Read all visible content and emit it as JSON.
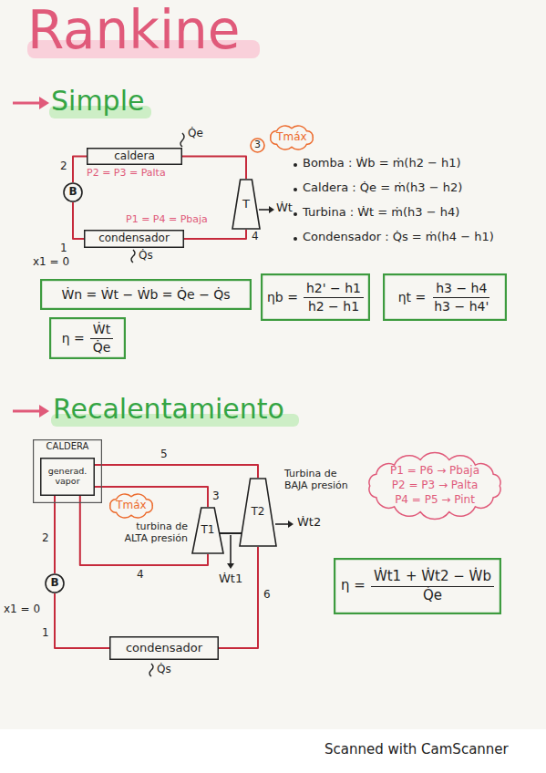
{
  "diagram": {
    "title": "Rankine",
    "nodes": [
      {
        "text": [
          "caldera"
        ]
      },
      {
        "text": [
          "3"
        ]
      },
      {
        "text": [
          "Tmáx"
        ]
      },
      {
        "text": [
          "T"
        ]
      },
      {
        "text": [
          "B"
        ]
      },
      {
        "text": [
          "condensador"
        ]
      },
      {
        "text": [
          "Ẇn = Ẇt − Ẇb = Q̇e − Q̇s"
        ]
      },
      {
        "text": [
          "η =",
          "Ẇt",
          "Q̇e"
        ]
      },
      {
        "text": [
          "ηb =",
          "h2' − h1",
          "h2 − h1"
        ]
      },
      {
        "text": [
          "ηt =",
          "h3 − h4",
          "h3 − h4'"
        ]
      },
      {
        "text": [
          "CALDERA"
        ]
      },
      {
        "text": [
          "generad. vapor"
        ],
        "in": 10
      },
      {
        "text": [
          "Tmáx"
        ]
      },
      {
        "text": [
          "T1"
        ]
      },
      {
        "text": [
          "T2"
        ]
      },
      {
        "text": [
          "B"
        ]
      },
      {
        "text": [
          "condensador"
        ]
      },
      {
        "text": [
          "P1 = P6 → Pbaja",
          "P2 = P3 → Palta",
          "P4 = P5 → Pint"
        ]
      },
      {
        "text": [
          "η =",
          "Ẇt1 + Ẇt2 − Ẇb",
          "Q̇e"
        ]
      }
    ],
    "edges": [
      {
        "from": 4,
        "to": 0,
        "arrow": "none"
      },
      {
        "from": 0,
        "to": 3,
        "arrow": "none"
      },
      {
        "from": 3,
        "to": 5,
        "arrow": "none"
      },
      {
        "from": 5,
        "to": 4,
        "arrow": "none"
      },
      {
        "from": 15,
        "to": 11,
        "arrow": "none"
      },
      {
        "from": 11,
        "to": 13,
        "arrow": "none"
      },
      {
        "from": 13,
        "to": 11,
        "arrow": "none"
      },
      {
        "from": 11,
        "to": 14,
        "arrow": "none"
      },
      {
        "from": 14,
        "to": 16,
        "arrow": "none"
      },
      {
        "from": 16,
        "to": 15,
        "arrow": "none"
      }
    ],
    "labels": [
      "Simple",
      "2",
      "1",
      "4",
      "Q̇e",
      "Q̇s",
      "Ẇt",
      "P2 = P3 = Palta",
      "P1 = P4 = Pbaja",
      "x1 = 0",
      "Bomba : Ẇb = ṁ(h2 − h1)",
      "Caldera : Q̇e = ṁ(h3 − h2)",
      "Turbina : Ẇt = ṁ(h3 − h4)",
      "Condensador : Q̇s = ṁ(h4 − h1)",
      "Recalentamiento",
      "2",
      "3",
      "4",
      "5",
      "6",
      "1",
      "Ẇt1",
      "Ẇt2",
      "Turbina de BAJA presión",
      "turbina de ALTA presión",
      "x1 = 0",
      "Q̇s",
      "Scanned with CamScanner"
    ]
  }
}
